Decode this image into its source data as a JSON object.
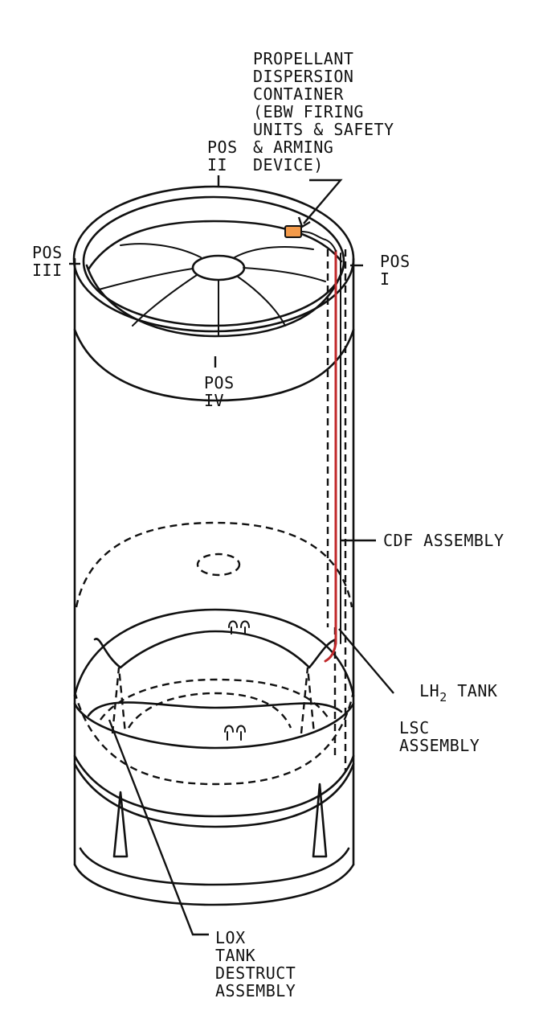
{
  "labels": {
    "propellant_container": "PROPELLANT\nDISPERSION\nCONTAINER\n(EBW FIRING\nUNITS & SAFETY\n& ARMING\nDEVICE)",
    "pos_ii": "POS\nII",
    "pos_i": "POS\nI",
    "pos_iii": "POS\nIII",
    "pos_iv": "POS\nIV",
    "cdf_assembly": "CDF ASSEMBLY",
    "lh2_tank_prefix": "LH",
    "lh2_tank_sub": "2",
    "lh2_tank_suffix": " TANK",
    "lh2_tank_rest": "LSC\nASSEMBLY",
    "lox_tank": "LOX\nTANK\nDESTRUCT\nASSEMBLY"
  },
  "colors": {
    "line": "#111111",
    "cdf_highlight": "#c0282a",
    "container_fill": "#f39a4a"
  }
}
